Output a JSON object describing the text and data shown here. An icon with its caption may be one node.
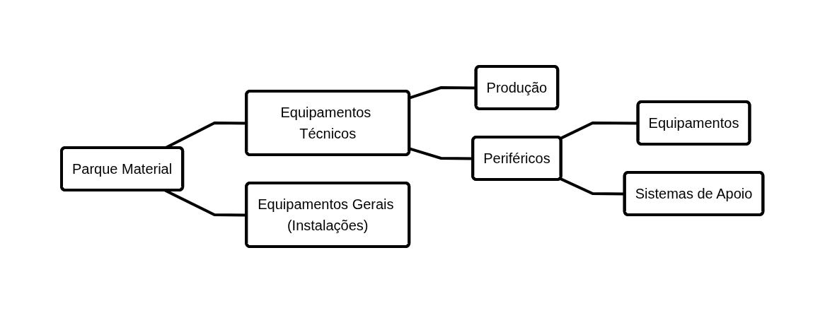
{
  "diagram": {
    "nodes": [
      {
        "text": [
          "Parque Material"
        ]
      },
      {
        "text": [
          "Equipamentos Técnicos"
        ]
      },
      {
        "text": [
          "Equipamentos Gerais (Instalações)"
        ]
      },
      {
        "text": [
          "Produção"
        ]
      },
      {
        "text": [
          "Periféricos"
        ]
      },
      {
        "text": [
          "Equipamentos"
        ]
      },
      {
        "text": [
          "Sistemas de Apoio"
        ]
      }
    ],
    "edges": [
      {
        "from": 0,
        "to": 1,
        "arrow": "none"
      },
      {
        "from": 0,
        "to": 2,
        "arrow": "none"
      },
      {
        "from": 1,
        "to": 3,
        "arrow": "none"
      },
      {
        "from": 1,
        "to": 4,
        "arrow": "none"
      },
      {
        "from": 4,
        "to": 5,
        "arrow": "none"
      },
      {
        "from": 4,
        "to": 6,
        "arrow": "none"
      }
    ]
  }
}
